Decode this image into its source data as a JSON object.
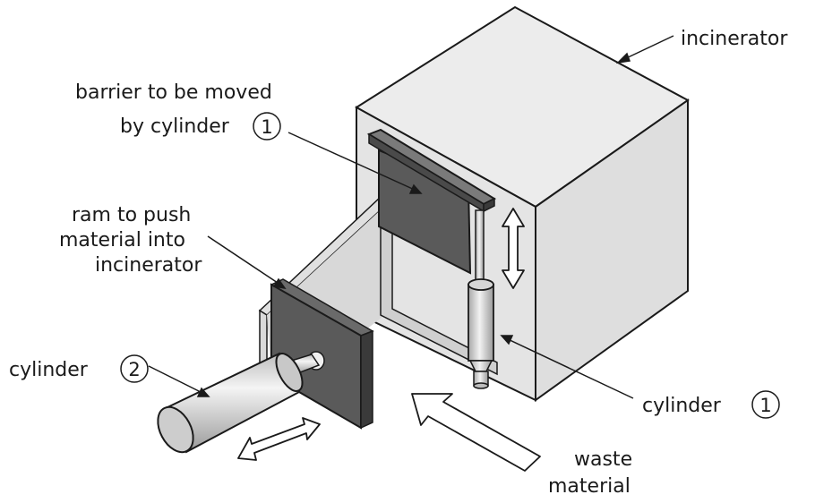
{
  "labels": {
    "incinerator": "incinerator",
    "barrier_line1": "barrier to be moved",
    "barrier_line2": "by cylinder",
    "barrier_num": "1",
    "ram_line1": "ram to push",
    "ram_line2": "material into",
    "ram_line3": "incinerator",
    "cyl2_text": "cylinder",
    "cyl2_num": "2",
    "cyl1_text": "cylinder",
    "cyl1_num": "1",
    "waste_line1": "waste",
    "waste_line2": "material"
  },
  "colors": {
    "box_face": "#e6e6e6",
    "box_top": "#ececec",
    "box_side": "#dcdcdc",
    "dark_plate": "#5a5a5a",
    "outline": "#1a1a1a"
  }
}
